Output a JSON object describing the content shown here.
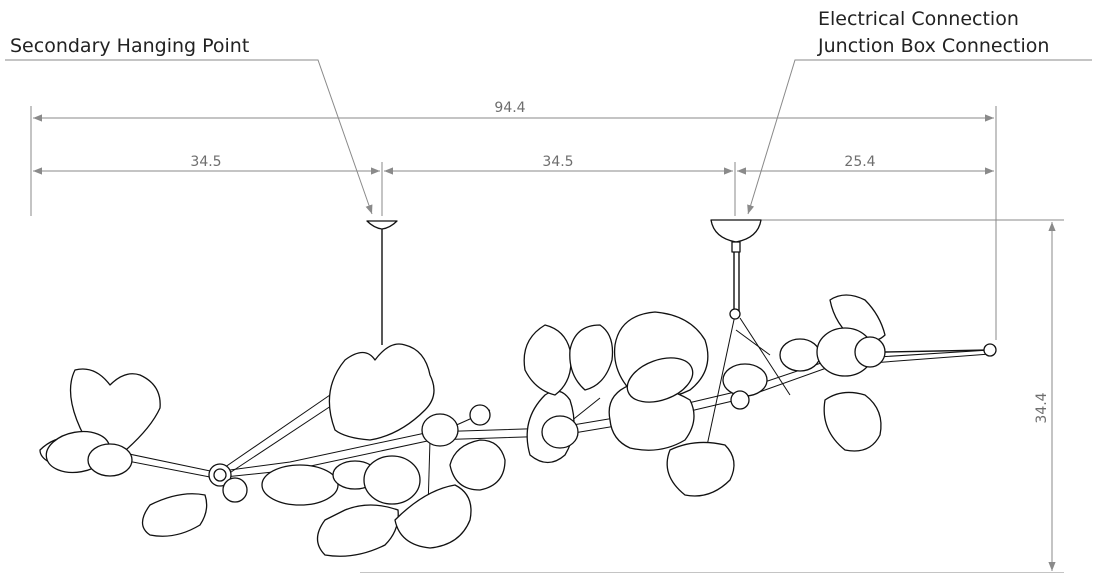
{
  "callouts": {
    "secondary_hanging_point": "Secondary Hanging Point",
    "electrical_connection": "Electrical Connection",
    "junction_box_connection": "Junction Box Connection"
  },
  "dimensions": {
    "overall_width": "94.4",
    "segment_left": "34.5",
    "segment_middle": "34.5",
    "segment_right": "25.4",
    "height": "34.4"
  },
  "colors": {
    "line": "#111111",
    "dimension_line": "#8a8a8a",
    "dimension_text": "#6e6e6e"
  }
}
